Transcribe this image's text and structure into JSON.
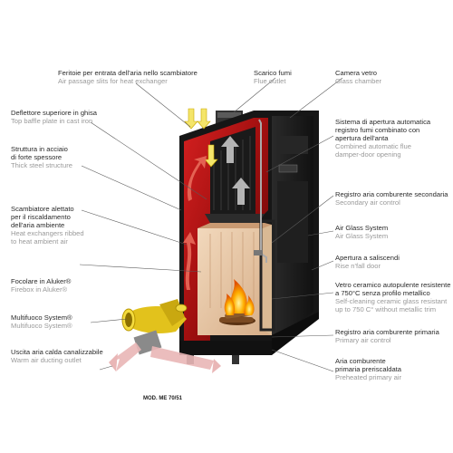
{
  "labels": {
    "air_slits": {
      "it": "Feritoie per entrata dell'aria nello scambiatore",
      "en": "Air passage slits for heat exchanger"
    },
    "flue_outlet": {
      "it": "Scarico fumi",
      "en": "Flue outlet"
    },
    "glass_chamber": {
      "it": "Camera vetro",
      "en": "Glass chamber"
    },
    "top_baffle": {
      "it": [
        "Deflettore superiore in ghisa"
      ],
      "en": [
        "Top baffle plate in cast iron"
      ]
    },
    "steel_structure": {
      "it": [
        "Struttura in acciaio",
        "di forte spessore"
      ],
      "en": [
        "Thick steel structure"
      ]
    },
    "heat_exchanger": {
      "it": [
        "Scambiatore alettato",
        "per il riscaldamento",
        "dell'aria ambiente"
      ],
      "en": [
        "Heat exchangers ribbed",
        "to heat ambient air"
      ]
    },
    "firebox": {
      "it": [
        "Focolare in Aluker®"
      ],
      "en": [
        "Firebox in Aluker®"
      ]
    },
    "multifuoco": {
      "it": [
        "Multifuoco System®"
      ],
      "en": [
        "Multifuoco System®"
      ]
    },
    "warm_air": {
      "it": [
        "Uscita aria calda canalizzabile"
      ],
      "en": [
        "Warm air ducting outlet"
      ]
    },
    "damper": {
      "it": [
        "Sistema di apertura automatica",
        "registro fumi combinato con",
        "apertura dell'anta"
      ],
      "en": [
        "Combined automatic flue",
        "damper-door opening"
      ]
    },
    "secondary_air": {
      "it": [
        "Registro aria comburente secondaria"
      ],
      "en": [
        "Secondary air control"
      ]
    },
    "air_glass": {
      "it": [
        "Air Glass System"
      ],
      "en": [
        "Air Glass System"
      ]
    },
    "rise_fall": {
      "it": [
        "Apertura a saliscendi"
      ],
      "en": [
        "Rise n'fall door"
      ]
    },
    "ceramic_glass": {
      "it": [
        "Vetro ceramico autopulente resistente",
        "a 750°C senza profilo metallico"
      ],
      "en": [
        "Self-cleaning ceramic glass resistant",
        "up to 750 C° without metallic trim"
      ]
    },
    "primary_air": {
      "it": [
        "Registro aria comburente primaria"
      ],
      "en": [
        "Primary air control"
      ]
    },
    "preheated_air": {
      "it": [
        "Aria comburente",
        "primaria preriscaldata"
      ],
      "en": [
        "Preheated primary air"
      ]
    }
  },
  "model": "MOD. ME 70/51",
  "colors": {
    "frame": "#1c1c1c",
    "red": "#b01515",
    "firebox": "#e9c9a8",
    "duct": "#e6c820",
    "arrow": "#f0e060"
  }
}
